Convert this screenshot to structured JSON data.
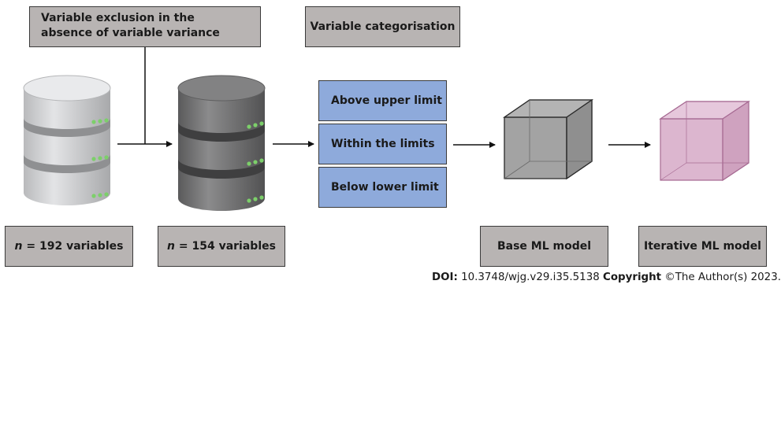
{
  "labels": {
    "exclusion": "Variable exclusion in the absence of variable variance",
    "categorisation": "Variable categorisation",
    "above": "Above upper limit",
    "within": "Within the limits",
    "below": "Below lower limit",
    "count1_n": "n",
    "count1_rest": " = 192 variables",
    "count2_n": "n",
    "count2_rest": " = 154 variables",
    "base": "Base ML model",
    "iterative": "Iterative ML model"
  },
  "footer": {
    "doi_label": "DOI:",
    "doi_value": " 10.3748/wjg.v29.i35.5138 ",
    "copyright_label": "Copyright",
    "copyright_value": " ©The Author(s) 2023."
  },
  "colors": {
    "gray_box": "#b8b4b3",
    "blue_box": "#8eaadb",
    "db_light": "#d0d1d3",
    "db_dark": "#6f6f70",
    "cube_gray": "#a3a3a3",
    "cube_pink": "#dcb6cf",
    "led_green": "#7ccf6a"
  }
}
